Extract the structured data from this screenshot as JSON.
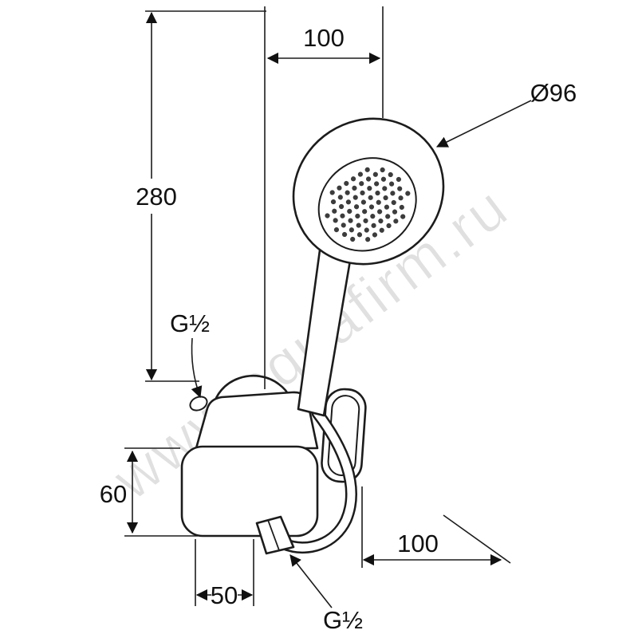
{
  "drawing": {
    "title": "hand-shower-set-with-wall-holder-dimension-drawing",
    "labels": {
      "top_width": "100",
      "head_diameter": "Ø96",
      "total_height": "280",
      "top_thread": "G½",
      "bracket_height": "60",
      "bracket_width": "50",
      "wall_distance": "100",
      "bottom_thread": "G½"
    },
    "watermark": "www.aquafirm.ru",
    "colors": {
      "line": "#1c1c1c",
      "background": "#ffffff",
      "watermark": "#c7c7c7",
      "nozzle_dots": "#3c3c3c"
    }
  }
}
